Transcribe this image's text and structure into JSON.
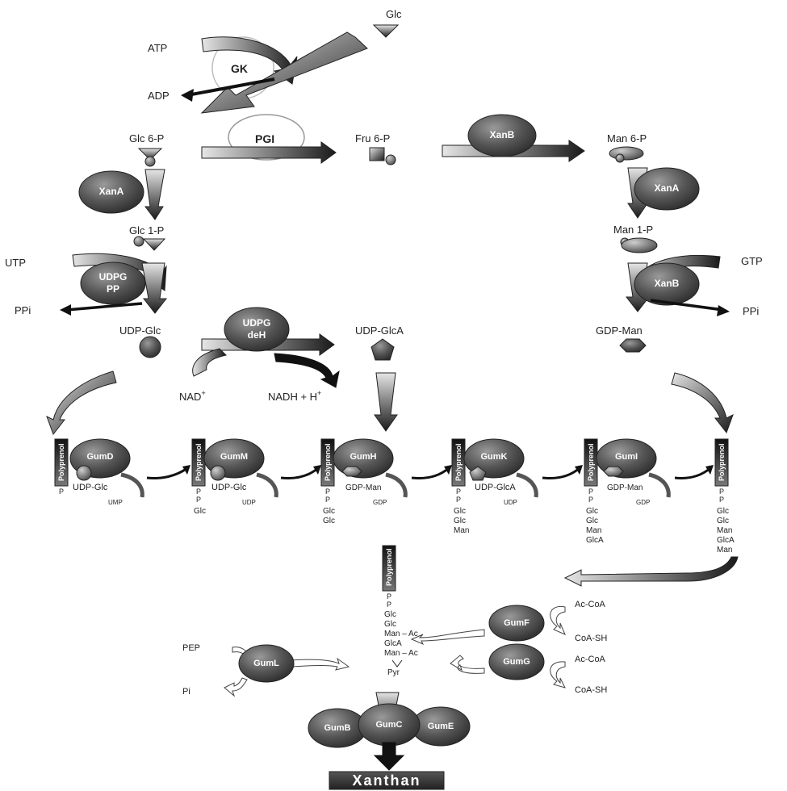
{
  "metabolites": {
    "glc": "Glc",
    "atp": "ATP",
    "adp": "ADP",
    "glc6p": "Glc 6-P",
    "fru6p": "Fru 6-P",
    "man6p": "Man 6-P",
    "glc1p": "Glc 1-P",
    "man1p": "Man 1-P",
    "utp": "UTP",
    "gtp": "GTP",
    "ppi_left": "PPi",
    "ppi_right": "PPi",
    "udpglc": "UDP-Glc",
    "udpglca": "UDP-GlcA",
    "gdpman": "GDP-Man",
    "nad": "NAD",
    "nad_sup": "+",
    "nadh": "NADH + H",
    "nadh_sup": "+",
    "pep": "PEP",
    "pi": "Pi",
    "acoa1": "Ac-CoA",
    "coash1": "CoA-SH",
    "acoa2": "Ac-CoA",
    "coash2": "CoA-SH",
    "product": "Xanthan"
  },
  "enzymes": {
    "gk": "GK",
    "pgi": "PGI",
    "xanb_top": "XanB",
    "xana_left": "XanA",
    "xana_right": "XanA",
    "udpgpp_line1": "UDPG",
    "udpgpp_line2": "PP",
    "xanb_right": "XanB",
    "udpgdeh_line1": "UDPG",
    "udpgdeh_line2": "deH",
    "gumd": "GumD",
    "gumm": "GumM",
    "gumh": "GumH",
    "gumk": "GumK",
    "gumi": "GumI",
    "gumf": "GumF",
    "gumg": "GumG",
    "guml": "GumL",
    "gumb": "GumB",
    "gumc": "GumC",
    "gume": "GumE"
  },
  "carrier": {
    "polyprenol": "Polyprenol",
    "p": "P"
  },
  "assembly": {
    "step1": {
      "donor": "UDP-Glc",
      "released": "UMP",
      "chain": []
    },
    "step2": {
      "donor": "UDP-Glc",
      "released": "UDP",
      "chain": [
        "Glc"
      ]
    },
    "step3": {
      "donor": "GDP-Man",
      "released": "GDP",
      "chain": [
        "Glc",
        "Glc"
      ]
    },
    "step4": {
      "donor": "UDP-GlcA",
      "released": "UDP",
      "chain": [
        "Glc",
        "Glc",
        "Man"
      ]
    },
    "step5": {
      "donor": "GDP-Man",
      "released": "GDP",
      "chain": [
        "Glc",
        "Glc",
        "Man",
        "GlcA"
      ]
    },
    "step6": {
      "chain": [
        "Glc",
        "Glc",
        "Man",
        "GlcA",
        "Man"
      ]
    },
    "modified": {
      "chain": [
        "Glc",
        "Glc",
        "Man – Ac",
        "GlcA",
        "Man – Ac"
      ],
      "pyr": "Pyr"
    }
  }
}
